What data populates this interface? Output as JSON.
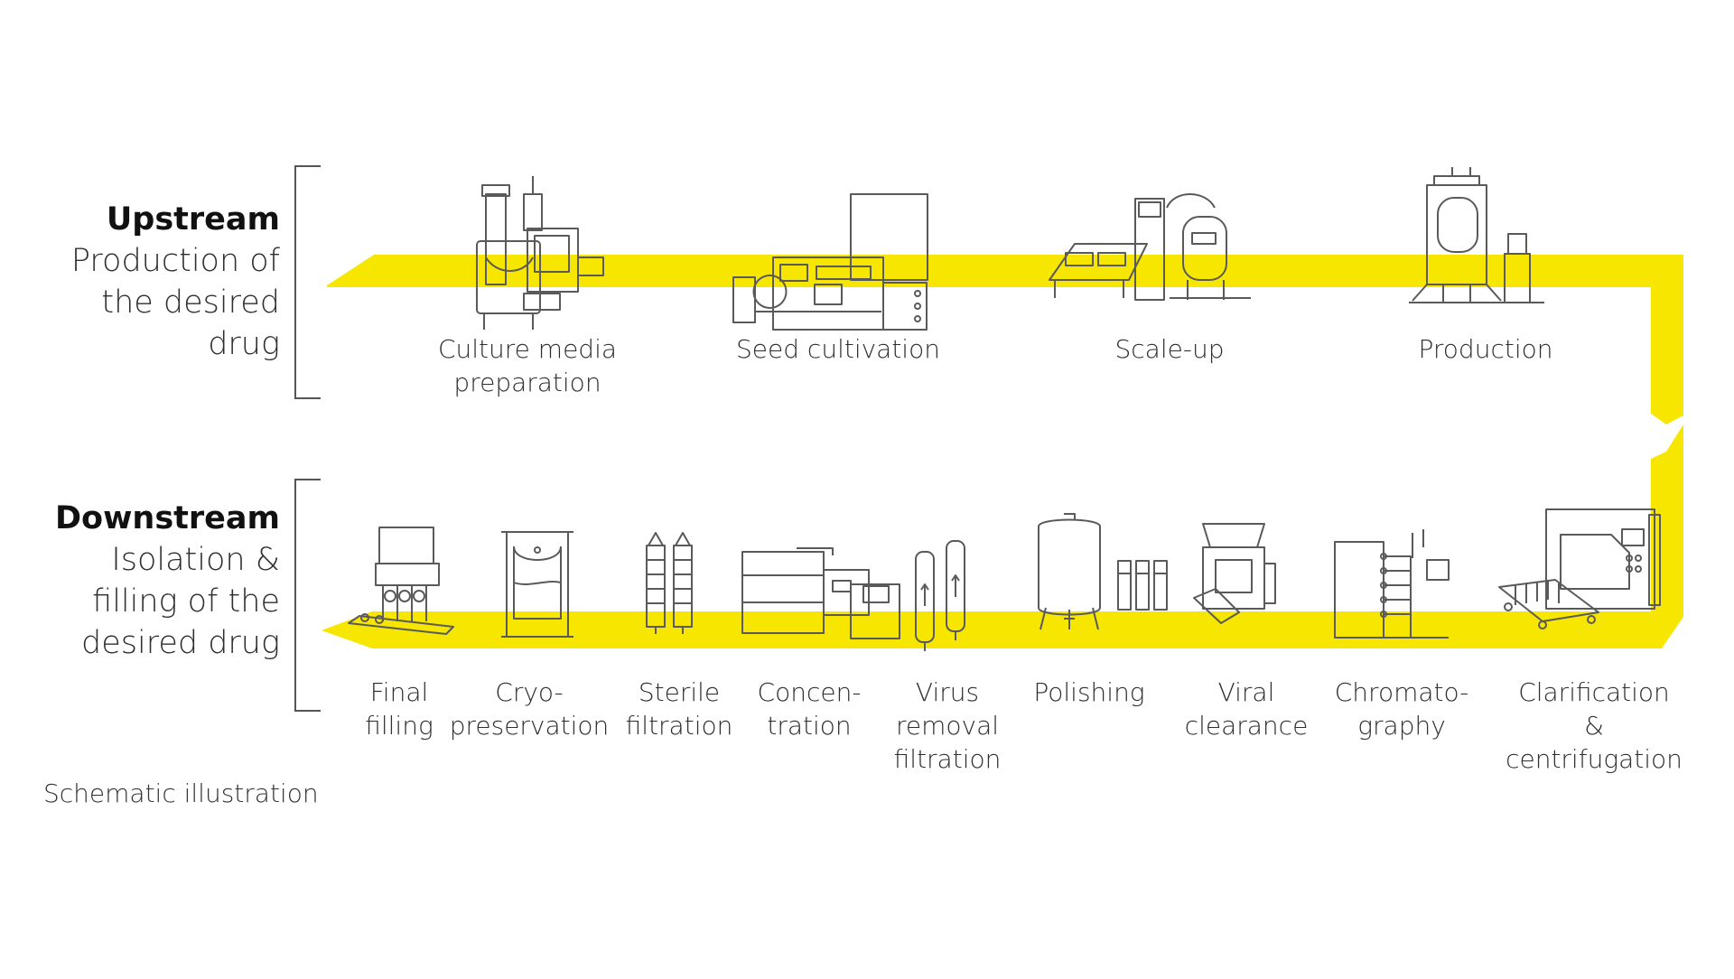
{
  "upstream": {
    "title": "Upstream",
    "description": "Production of\nthe desired\ndrug",
    "steps": [
      {
        "label": "Culture media\npreparation",
        "icon": "media-preparation-equipment-icon"
      },
      {
        "label": "Seed cultivation",
        "icon": "seed-cultivation-equipment-icon"
      },
      {
        "label": "Scale-up",
        "icon": "scale-up-bioreactor-icon"
      },
      {
        "label": "Production",
        "icon": "production-bioreactor-icon"
      }
    ]
  },
  "downstream": {
    "title": "Downstream",
    "description": "Isolation &\nfilling of the\ndesired drug",
    "steps": [
      {
        "label": "Final\nfilling",
        "icon": "final-filling-machine-icon"
      },
      {
        "label": "Cryo-\npreservation",
        "icon": "cryopreservation-vessel-icon"
      },
      {
        "label": "Sterile\nfiltration",
        "icon": "sterile-filter-cartridges-icon"
      },
      {
        "label": "Concen-\ntration",
        "icon": "concentration-system-icon"
      },
      {
        "label": "Virus\nremoval\nfiltration",
        "icon": "virus-removal-filters-icon"
      },
      {
        "label": "Polishing",
        "icon": "polishing-column-icon"
      },
      {
        "label": "Viral\nclearance",
        "icon": "viral-clearance-unit-icon"
      },
      {
        "label": "Chromato-\ngraphy",
        "icon": "chromatography-system-icon"
      },
      {
        "label": "Clarification &\ncentrifugation",
        "icon": "centrifuge-icon"
      }
    ]
  },
  "footnote": "Schematic illustration",
  "colors": {
    "flow_band": "#f7e600",
    "line_art": "#5a5a5a",
    "text": "#2e2e2e"
  }
}
